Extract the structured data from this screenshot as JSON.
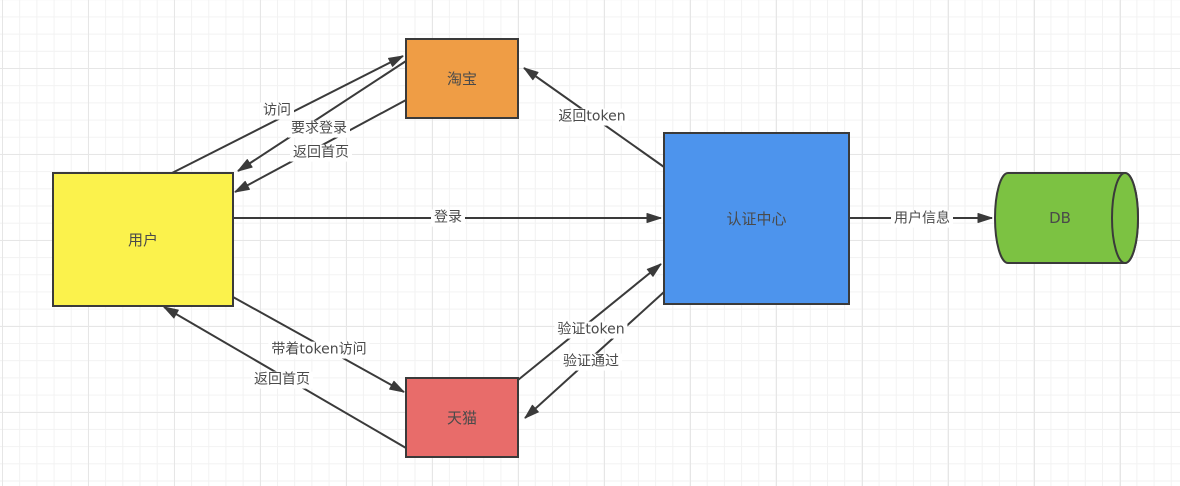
{
  "diagram": {
    "stroke_color": "#3a3a3a",
    "text_color": "#4a4a4a",
    "nodes": {
      "user": {
        "label": "用户",
        "color": "#fbf24c"
      },
      "taobao": {
        "label": "淘宝",
        "color": "#ef9d45"
      },
      "tmall": {
        "label": "天猫",
        "color": "#e86c6a"
      },
      "auth_center": {
        "label": "认证中心",
        "color": "#4d94ed"
      },
      "db": {
        "label": "DB",
        "color": "#7cc242"
      }
    },
    "edges": {
      "visit": {
        "label": "访问",
        "from": "user",
        "to": "taobao"
      },
      "require_login": {
        "label": "要求登录",
        "from": "taobao",
        "to": "user"
      },
      "return_home_top": {
        "label": "返回首页",
        "from": "taobao",
        "to": "user"
      },
      "login": {
        "label": "登录",
        "from": "user",
        "to": "auth_center"
      },
      "return_token": {
        "label": "返回token",
        "from": "auth_center",
        "to": "taobao"
      },
      "user_info": {
        "label": "用户信息",
        "from": "auth_center",
        "to": "db"
      },
      "verify_token": {
        "label": "验证token",
        "from": "tmall",
        "to": "auth_center"
      },
      "verify_pass": {
        "label": "验证通过",
        "from": "auth_center",
        "to": "tmall"
      },
      "visit_with_token": {
        "label": "带着token访问",
        "from": "user",
        "to": "tmall"
      },
      "return_home_bottom": {
        "label": "返回首页",
        "from": "tmall",
        "to": "user"
      }
    }
  }
}
